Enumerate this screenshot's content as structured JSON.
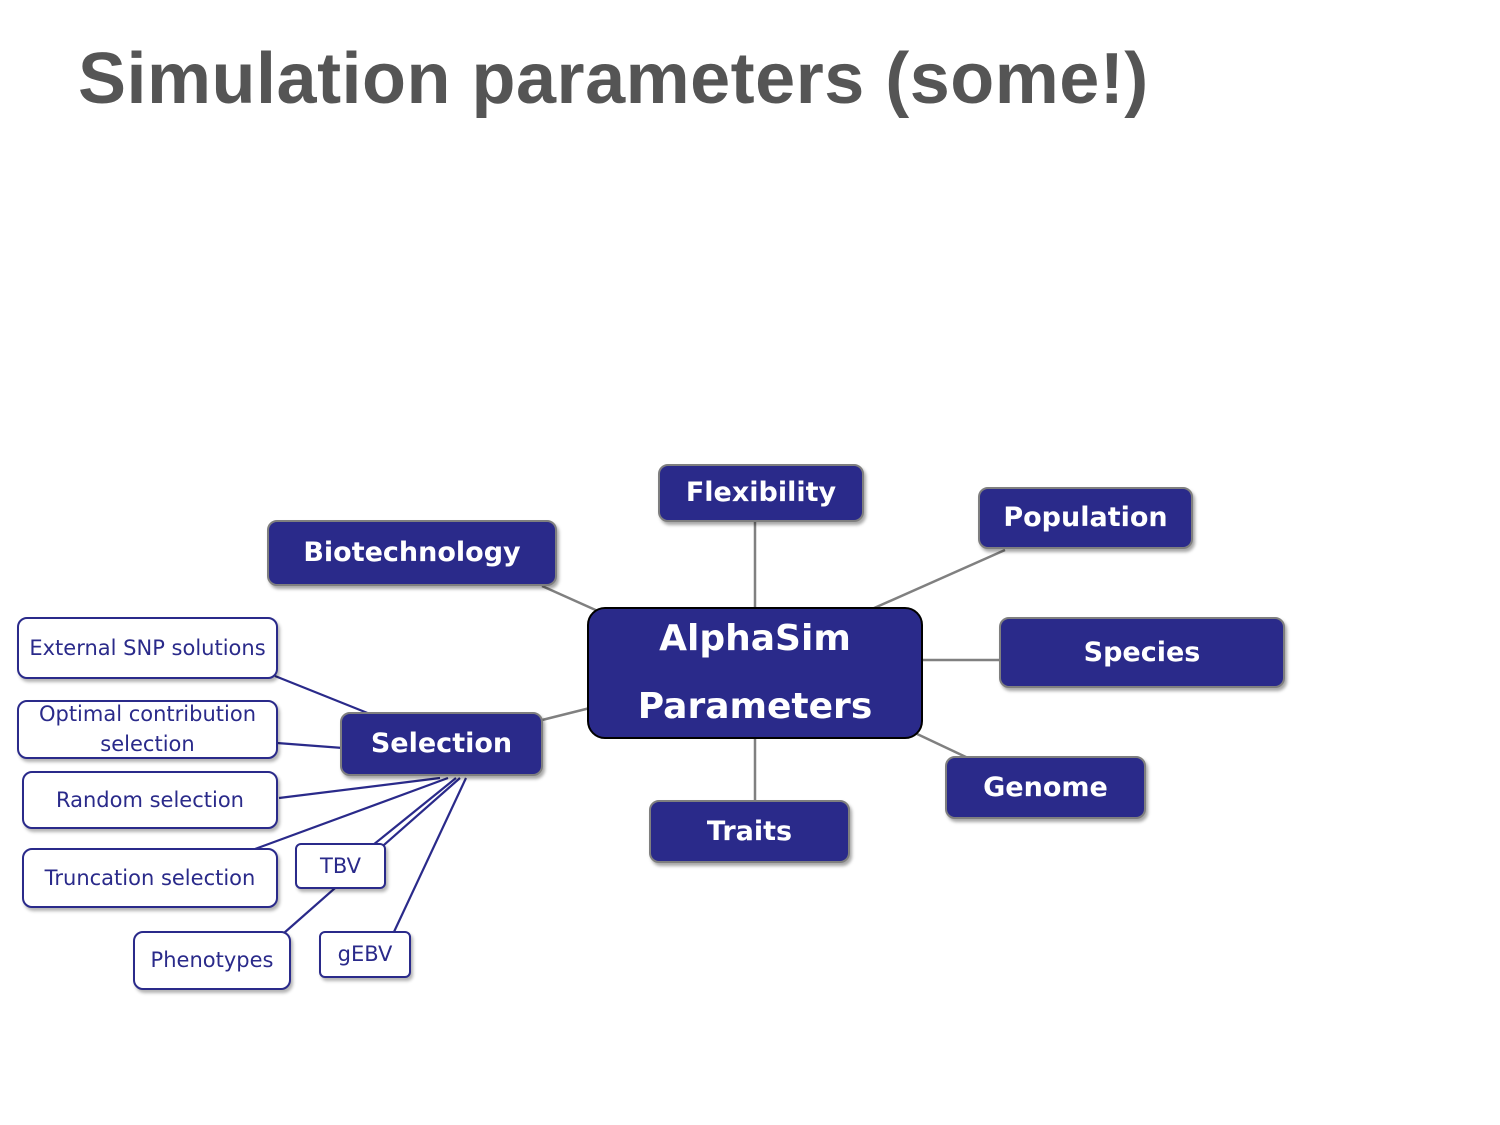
{
  "title": "Simulation parameters (some!)",
  "center": {
    "line1": "AlphaSim",
    "line2": "Parameters"
  },
  "main_nodes": {
    "flexibility": "Flexibility",
    "population": "Population",
    "biotechnology": "Biotechnology",
    "species": "Species",
    "selection": "Selection",
    "genome": "Genome",
    "traits": "Traits"
  },
  "selection_children": {
    "external_snp": "External SNP solutions",
    "optimal_contribution": "Optimal contribution selection",
    "random": "Random selection",
    "truncation": "Truncation selection",
    "tbv": "TBV",
    "phenotypes": "Phenotypes",
    "gebv": "gEBV"
  },
  "colors": {
    "node_fill": "#2a2a8a",
    "title_text": "#555555",
    "main_link": "#808080",
    "sub_link": "#2a2a8a"
  }
}
